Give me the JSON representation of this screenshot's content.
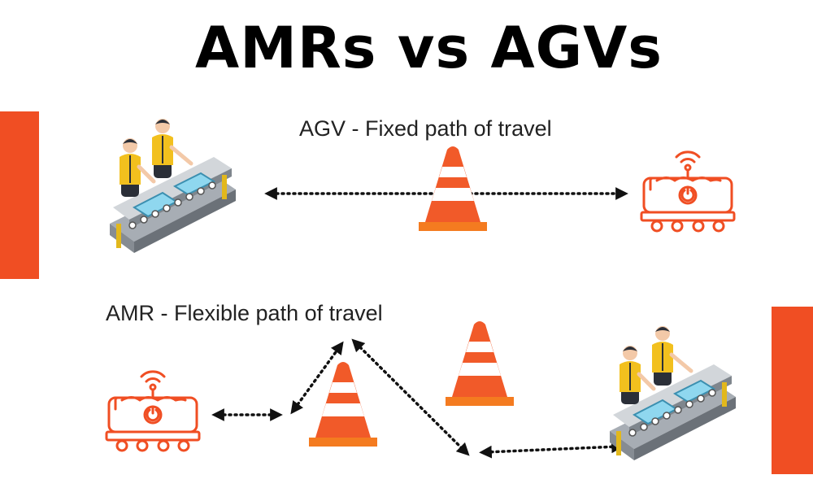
{
  "header": {
    "title": "AMRs vs AGVs"
  },
  "agv_section": {
    "caption": "AGV - Fixed path of travel"
  },
  "amr_section": {
    "caption": "AMR - Flexible path of travel"
  },
  "colors": {
    "accent_orange": "#f04e23",
    "cone_orange": "#f15a29",
    "cone_base": "#f47b20",
    "robot_outline": "#f04e23",
    "arrow": "#111111",
    "vest_yellow": "#f2c01e",
    "conveyor_gray": "#8a8f96",
    "screen_blue": "#5bc0de"
  },
  "icons": {
    "traffic_cone": "traffic-cone-icon",
    "robot": "agv-robot-icon",
    "workers": "workers-conveyor-illustration",
    "arrow": "double-headed-dotted-arrow"
  }
}
